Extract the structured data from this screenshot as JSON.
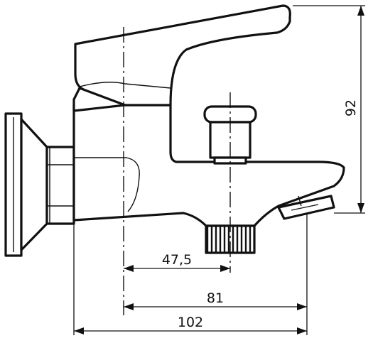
{
  "drawing": {
    "dimensions": {
      "d475": "47,5",
      "d81": "81",
      "d102": "102",
      "d92": "92"
    },
    "colors": {
      "line": "#111111",
      "background": "#ffffff"
    }
  }
}
